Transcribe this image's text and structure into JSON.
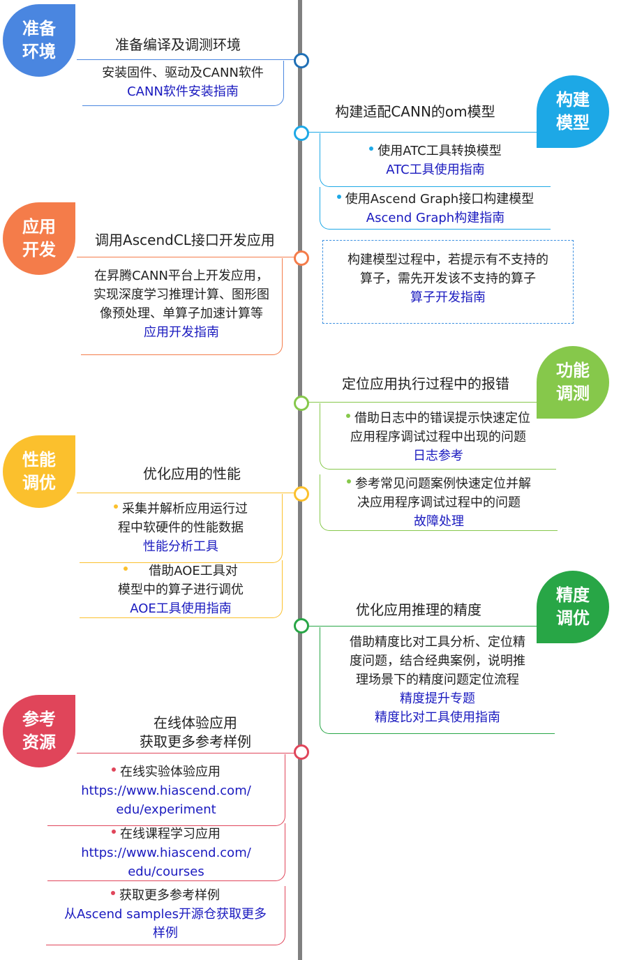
{
  "colors": {
    "blue": "#4a86e0",
    "cyan": "#1da8e6",
    "orange": "#f47c4a",
    "green": "#86c84b",
    "yellow": "#fbc02d",
    "darkgreen": "#28a646",
    "red": "#e0455a"
  },
  "stage1": {
    "badge": "准备环境",
    "title": "准备编译及调测环境",
    "text": "安装固件、驱动及CANN软件",
    "link": "CANN软件安装指南"
  },
  "stage2": {
    "badge": "构建模型",
    "title": "构建适配CANN的om模型",
    "item1_text": "使用ATC工具转换模型",
    "item1_link": "ATC工具使用指南",
    "item2_text": "使用Ascend Graph接口构建模型",
    "item2_link": "Ascend Graph构建指南"
  },
  "stage3": {
    "badge": "应用开发",
    "title": "调用AscendCL接口开发应用",
    "line1": "在昇腾CANN平台上开发应用，",
    "line2": "实现深度学习推理计算、图形图",
    "line3": "像预处理、单算子加速计算等",
    "link": "应用开发指南"
  },
  "note": {
    "line1": "构建模型过程中，若提示有不支持的",
    "line2": "算子，需先开发该不支持的算子",
    "link": "算子开发指南"
  },
  "stage4": {
    "badge": "功能调测",
    "title": "定位应用执行过程中的报错",
    "item1_line1": "借助日志中的错误提示快速定位",
    "item1_line2": "应用程序调试过程中出现的问题",
    "item1_link": "日志参考",
    "item2_line1": "参考常见问题案例快速定位并解",
    "item2_line2": "决应用程序调试过程中的问题",
    "item2_link": "故障处理"
  },
  "stage5": {
    "badge": "性能调优",
    "title": "优化应用的性能",
    "item1_line1": "采集并解析应用运行过",
    "item1_line2": "程中软硬件的性能数据",
    "item1_link": "性能分析工具",
    "item2_line1": "借助AOE工具对",
    "item2_line2": "模型中的算子进行调优",
    "item2_link": "AOE工具使用指南"
  },
  "stage6": {
    "badge": "精度调优",
    "title": "优化应用推理的精度",
    "line1": "借助精度比对工具分析、定位精",
    "line2": "度问题，结合经典案例，说明推",
    "line3": "理场景下的精度问题定位流程",
    "link1": "精度提升专题",
    "link2": "精度比对工具使用指南"
  },
  "stage7": {
    "badge": "参考资源",
    "title_line1": "在线体验应用",
    "title_line2": "获取更多参考样例",
    "item1_text": "在线实验体验应用",
    "item1_link1": "https://www.hiascend.com/",
    "item1_link2": "edu/experiment",
    "item2_text": "在线课程学习应用",
    "item2_link1": "https://www.hiascend.com/",
    "item2_link2": "edu/courses",
    "item3_text": "获取更多参考样例",
    "item3_link1": "从Ascend samples开源仓获取更多",
    "item3_link2": "样例"
  }
}
